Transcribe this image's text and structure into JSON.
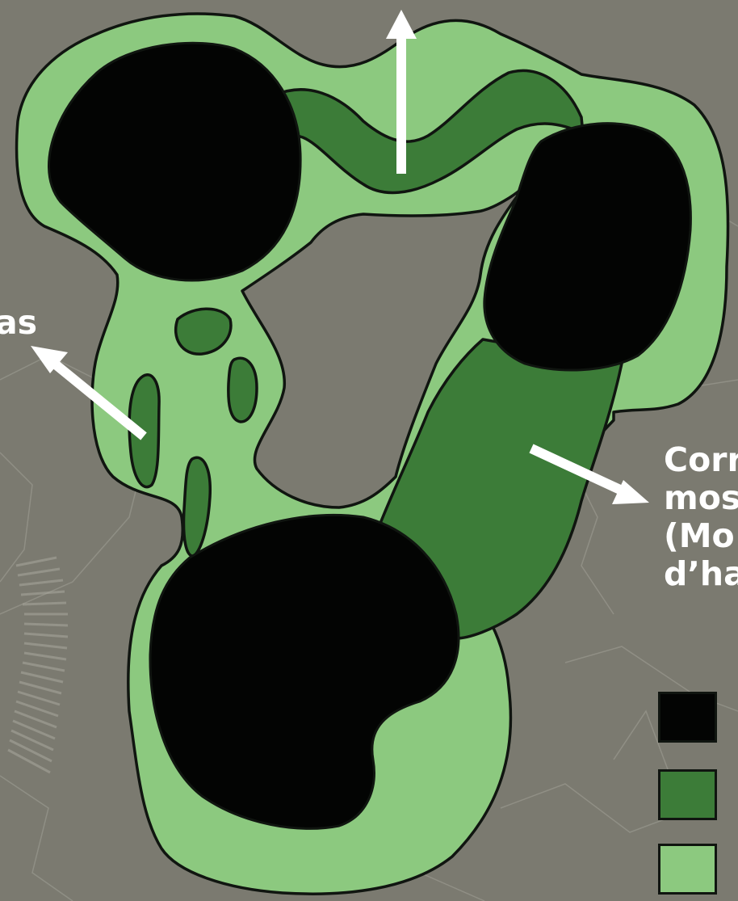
{
  "labels": {
    "left_fragment": "as",
    "right_lines": [
      "Corr",
      "mos",
      "(Mo",
      "d’ha"
    ]
  },
  "legend": [
    {
      "color": "#030403"
    },
    {
      "color": "#3c7c38"
    },
    {
      "color": "#8cc97f"
    }
  ],
  "colors": {
    "background": "#7b7a70",
    "core_black": "#030403",
    "corridor_dark_green": "#3c7c38",
    "buffer_light_green": "#8cc97f",
    "outline": "#101510",
    "arrow": "#ffffff",
    "texture_lines": "#9a998f"
  }
}
